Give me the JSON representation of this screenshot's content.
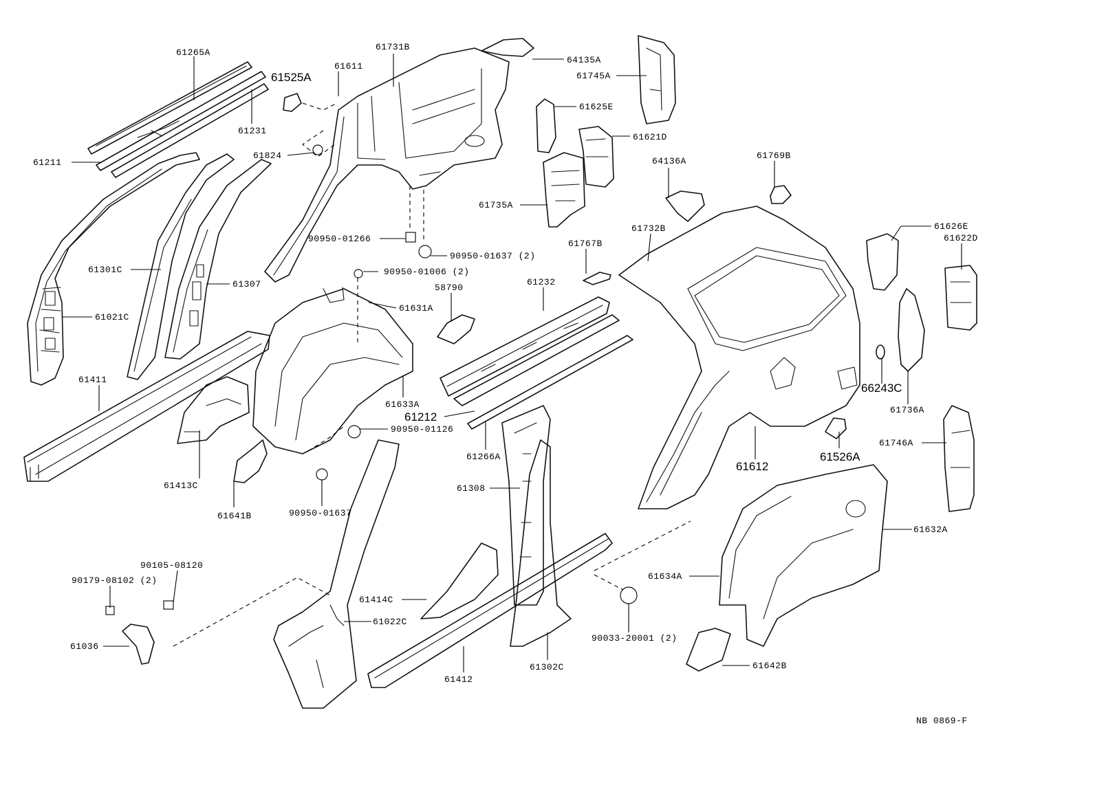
{
  "diagram_code": "NB 0869-F",
  "labels": {
    "p61265A": "61265A",
    "p61231": "61231",
    "p61211": "61211",
    "p61525A": "61525A",
    "p61611": "61611",
    "p61731B": "61731B",
    "p64135A": "64135A",
    "p61745A": "61745A",
    "p61625E": "61625E",
    "p61621D": "61621D",
    "p61824": "61824",
    "p64136A": "64136A",
    "p61769B": "61769B",
    "p61735A": "61735A",
    "p90950_01266": "90950-01266",
    "p90950_01637_2": "90950-01637 (2)",
    "p61732B": "61732B",
    "p61767B": "61767B",
    "p61626E": "61626E",
    "p61622D": "61622D",
    "p61301C": "61301C",
    "p61307": "61307",
    "p90950_01006_2": "90950-01006 (2)",
    "p58790": "58790",
    "p61232": "61232",
    "p61021C": "61021C",
    "p61631A": "61631A",
    "p61411": "61411",
    "p61633A": "61633A",
    "p61212": "61212",
    "p66243C": "66243C",
    "p61736A": "61736A",
    "p90950_01126": "90950-01126",
    "p61266A": "61266A",
    "p61526A": "61526A",
    "p61612": "61612",
    "p61746A": "61746A",
    "p61413C": "61413C",
    "p61641B": "61641B",
    "p90950_01637": "90950-01637",
    "p61308": "61308",
    "p61632A": "61632A",
    "p90105_08120": "90105-08120",
    "p90179_08102_2": "90179-08102 (2)",
    "p61414C": "61414C",
    "p61634A": "61634A",
    "p61022C": "61022C",
    "p61036": "61036",
    "p61412": "61412",
    "p61302C": "61302C",
    "p90033_20001_2": "90033-20001 (2)",
    "p61642B": "61642B"
  }
}
